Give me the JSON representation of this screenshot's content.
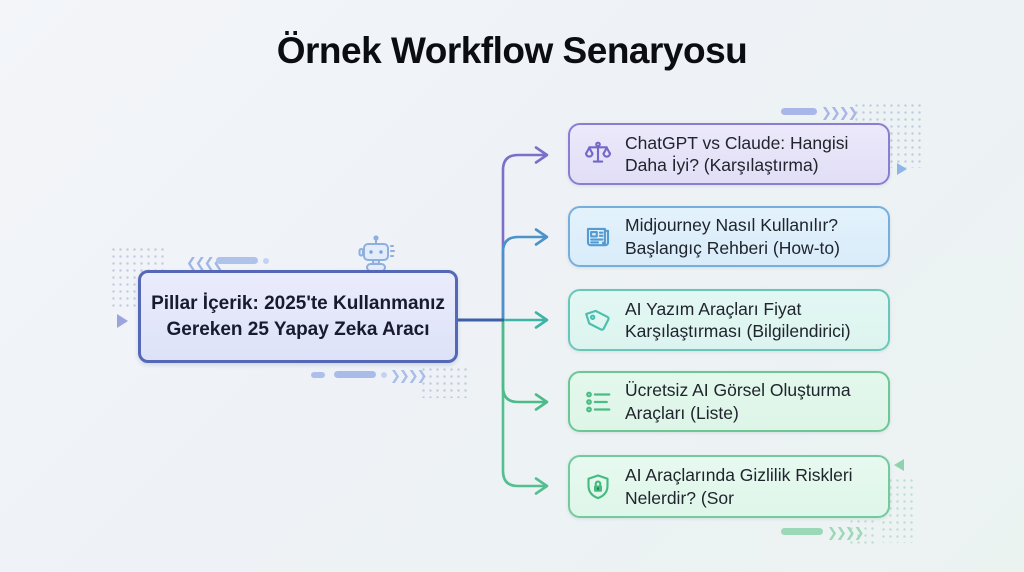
{
  "title": "Örnek Workflow Senaryosu",
  "diagram": {
    "central_node": {
      "label": "Pillar İçerik: 2025'te Kullanmanız Gereken 25 Yapay Zeka Aracı",
      "border_color": "#5568b8",
      "bg_color": "#e4e8fa"
    },
    "branches": [
      {
        "label": "ChatGPT vs Claude: Hangisi Daha İyi? (Karşılaştırma)",
        "icon": "balance-scale-icon",
        "accent": "#8a7ed3",
        "icon_color": "#7468c6",
        "line_color": "#7b6fc9",
        "bg_color": "#e8e6f9"
      },
      {
        "label": "Midjourney Nasıl Kullanılır? Başlangıç Rehberi (How-to)",
        "icon": "newspaper-icon",
        "accent": "#77afdc",
        "icon_color": "#549bd2",
        "line_color": "#4a92c9",
        "bg_color": "#def0fb"
      },
      {
        "label": "AI Yazım Araçları Fiyat Karşılaştırması (Bilgilendirici)",
        "icon": "price-tag-icon",
        "accent": "#69c7b9",
        "icon_color": "#4bbfae",
        "line_color": "#3db4a5",
        "bg_color": "#e0f6f1"
      },
      {
        "label": "Ücretsiz AI Görsel Oluşturma Araçları (Liste)",
        "icon": "bullet-list-icon",
        "accent": "#6cc795",
        "icon_color": "#4bbc85",
        "line_color": "#4cbb88",
        "bg_color": "#e2f7ea"
      },
      {
        "label": "AI Araçlarında Gizlilik Riskleri Nelerdir? (Sor",
        "icon": "shield-lock-icon",
        "accent": "#72ca9d",
        "icon_color": "#47ba80",
        "line_color": "#54bf8f",
        "bg_color": "#e5f8ee"
      }
    ],
    "trunk_color": "#3f5ea8"
  },
  "decor": {
    "chevrons_right": "❯❯❯❯",
    "chevrons_left": "❮❮❮❮",
    "robot_icon": "robot-mascot-icon",
    "dot_blue": "#b7c4dd",
    "dot_green": "#b2dcc6"
  }
}
